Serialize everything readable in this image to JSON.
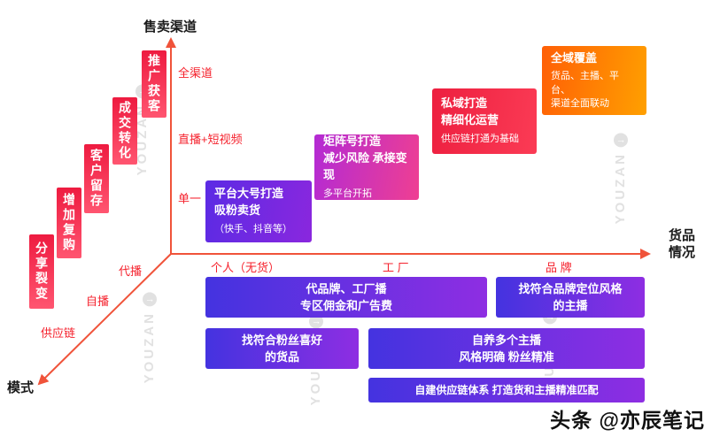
{
  "watermark": "YOUZAN",
  "axes": {
    "y_label": "售卖渠道",
    "x_label_1": "货品",
    "x_label_2": "情况",
    "z_label": "模式",
    "y_ticks": [
      "全渠道",
      "直播+短视频",
      "单一"
    ],
    "x_ticks": [
      "个人（无货）",
      "工 厂",
      "品 牌"
    ],
    "z_ticks": [
      "代播",
      "自播",
      "供应链"
    ]
  },
  "funnel": [
    "推广获客",
    "成交转化",
    "客户留存",
    "增加复购",
    "分享裂变"
  ],
  "stages": [
    {
      "l1": "平台大号打造",
      "l2": "吸粉卖货",
      "l3": "（快手、抖音等）"
    },
    {
      "l1": "矩阵号打造",
      "l2": "减少风险 承接变现",
      "l3": "多平台开拓"
    },
    {
      "l1": "私域打造",
      "l2": "精细化运营",
      "l3": "供应链打通为基础"
    },
    {
      "l1": "全域覆盖",
      "l2": "货品、主播、平台、",
      "l3": "渠道全面联动"
    }
  ],
  "strategies": [
    {
      "l1": "代品牌、工厂播",
      "l2": "专区佣金和广告费"
    },
    {
      "l1": "找符合品牌定位风格",
      "l2": "的主播"
    },
    {
      "l1": "找符合粉丝喜好",
      "l2": "的货品"
    },
    {
      "l1": "自养多个主播",
      "l2": "风格明确  粉丝精准"
    },
    {
      "l1": "自建供应链体系  打造货和主播精准匹配"
    }
  ],
  "footer": "头条 @亦辰笔记",
  "colors": {
    "axis": "#f0533a",
    "tick_text": "#f5222d",
    "funnel_gradient": [
      "#ee1b40",
      "#ff5570"
    ],
    "stage_platform": [
      "#5b2be4",
      "#8a27de"
    ],
    "stage_matrix": [
      "#b32ad4",
      "#ef3f92"
    ],
    "stage_private": [
      "#ed1f3f",
      "#fb3b55"
    ],
    "stage_omni": [
      "#ff5f06",
      "#ffa000"
    ],
    "strategy_gradient": [
      "#4433e0",
      "#8e2ee2"
    ],
    "watermark": "#d2d2d2",
    "text_dark": "#111111"
  }
}
